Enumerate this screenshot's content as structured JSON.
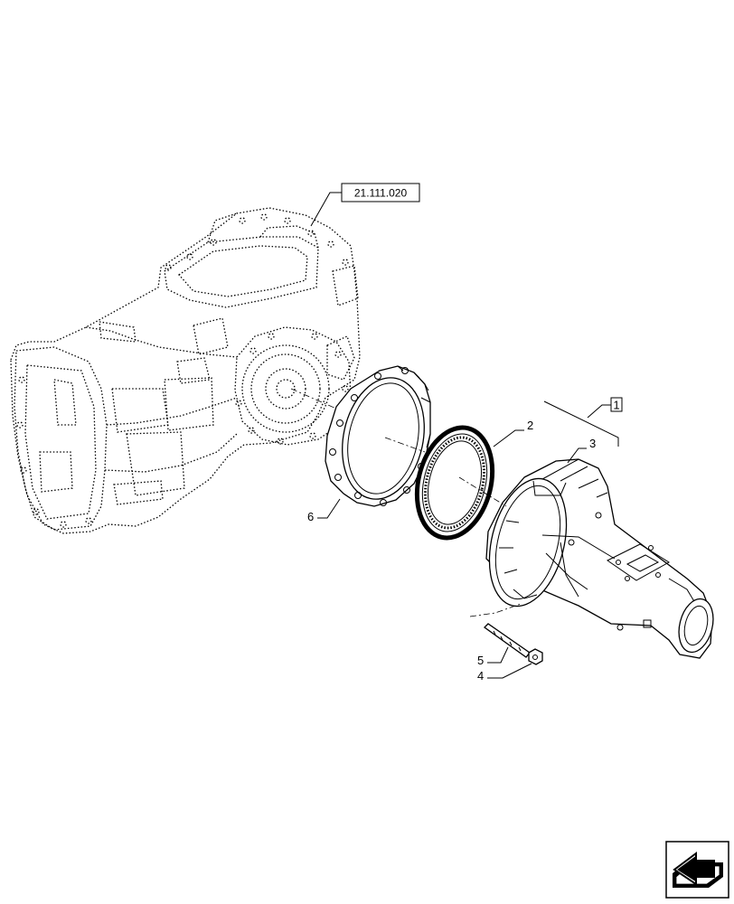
{
  "reference_label": "21.111.020",
  "callouts": {
    "c1": "1",
    "c2": "2",
    "c3": "3",
    "c4": "4",
    "c5": "5",
    "c6": "6"
  },
  "nav_icon": "arrow-icon"
}
